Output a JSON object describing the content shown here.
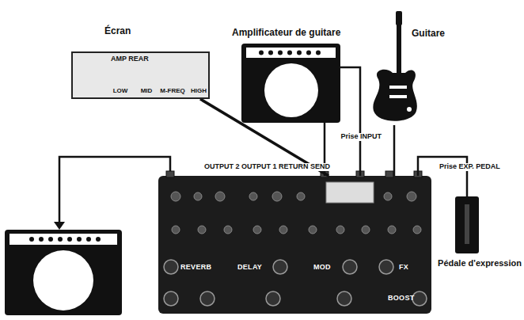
{
  "diagram": {
    "nodes": [
      {
        "text": [
          "Écran",
          "AMP REAR",
          "LOW",
          "MID",
          "M-FREQ",
          "HIGH"
        ]
      },
      {
        "text": [
          "Amplificateur de guitare"
        ]
      },
      {
        "text": [
          "Guitare"
        ]
      },
      {
        "text": [
          "REVERB",
          "DELAY",
          "MOD",
          "FX",
          "BOOST"
        ]
      },
      {
        "text": [
          "Pédale d'expression"
        ]
      }
    ],
    "edges": [
      {
        "from": 2,
        "to": 3,
        "arrow": "none"
      },
      {
        "from": 1,
        "to": 3,
        "arrow": "none"
      },
      {
        "from": 1,
        "to": 3,
        "arrow": "none"
      },
      {
        "from": 0,
        "to": 3,
        "arrow": "none"
      },
      {
        "from": 3,
        "to": 4,
        "arrow": "none"
      }
    ],
    "labels": [
      "OUTPUT 2 OUTPUT 1 RETURN SEND",
      "Prise INPUT",
      "Prise EXP. PEDAL"
    ]
  }
}
